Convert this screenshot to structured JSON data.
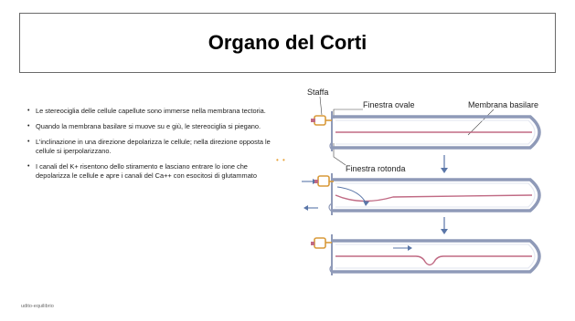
{
  "slide": {
    "title": "Organo del Corti",
    "bullets": [
      "Le stereociglia delle cellule capellute sono immerse nella membrana tectoria.",
      "Quando la membrana basilare si muove su e giù, le stereociglia si piegano.",
      "L’inclinazione in una direzione depolarizza le cellule; nella direzione opposta le cellule si iperpolarizzano.",
      "I canali del K+ risentono dello stiramento e lasciano entrare lo ione che depolarizza le cellule e apre i canali del Ca++ con esocitosi di glutammato"
    ],
    "footer": "udito-equilibrio",
    "dots": "• •"
  },
  "diagram": {
    "labels": {
      "staffa": "Staffa",
      "finestra_ovale": "Finestra ovale",
      "membrana_basilare": "Membrana basilare",
      "finestra_rotonda": "Finestra rotonda"
    },
    "colors": {
      "duct": "#8f9ab8",
      "membrane": "#c06a84",
      "stapes": "#e6b35a",
      "arrow": "#5a76a8"
    }
  }
}
